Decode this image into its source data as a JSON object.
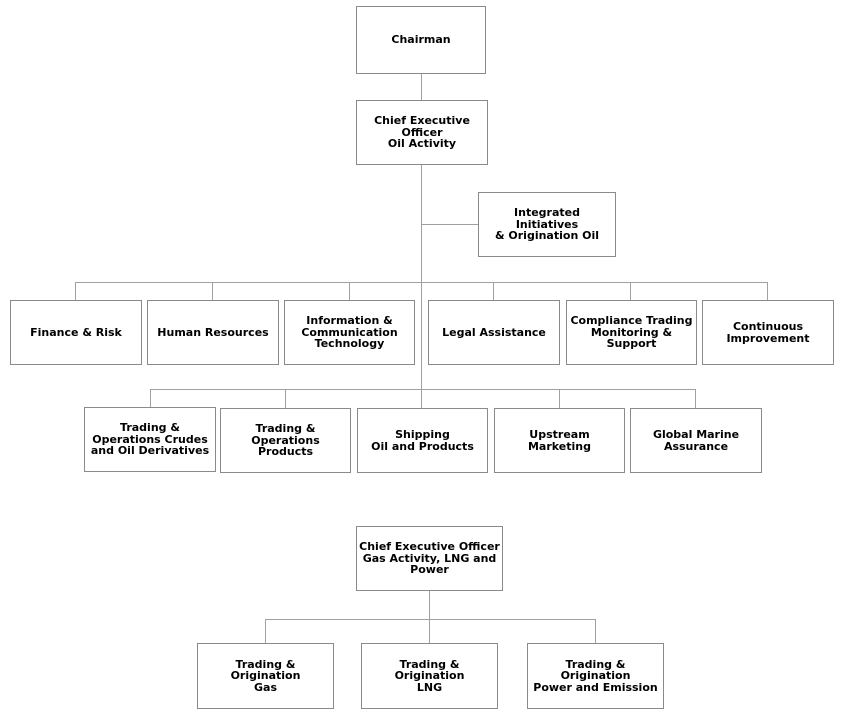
{
  "nodes": {
    "chairman": "Chairman",
    "ceo_oil": "Chief Executive\nOfficer\nOil Activity",
    "integrated": "Integrated Initiatives\n& Origination Oil",
    "finance": "Finance & Risk",
    "hr": "Human Resources",
    "ict": "Information &\nCommunication\nTechnology",
    "legal": "Legal Assistance",
    "compliance": "Compliance Trading\nMonitoring &\nSupport",
    "continuous": "Continuous\nImprovement",
    "crudes": "Trading &\nOperations Crudes\nand Oil Derivatives",
    "products": "Trading &\nOperations\nProducts",
    "shipping": "Shipping\nOil and Products",
    "upstream": "Upstream\nMarketing",
    "marine": "Global Marine\nAssurance",
    "ceo_gas": "Chief Executive Officer\nGas Activity, LNG and\nPower",
    "gas": "Trading &\nOrigination\nGas",
    "lng": "Trading &\nOrigination\nLNG",
    "power": "Trading &\nOrigination\nPower and Emission"
  }
}
